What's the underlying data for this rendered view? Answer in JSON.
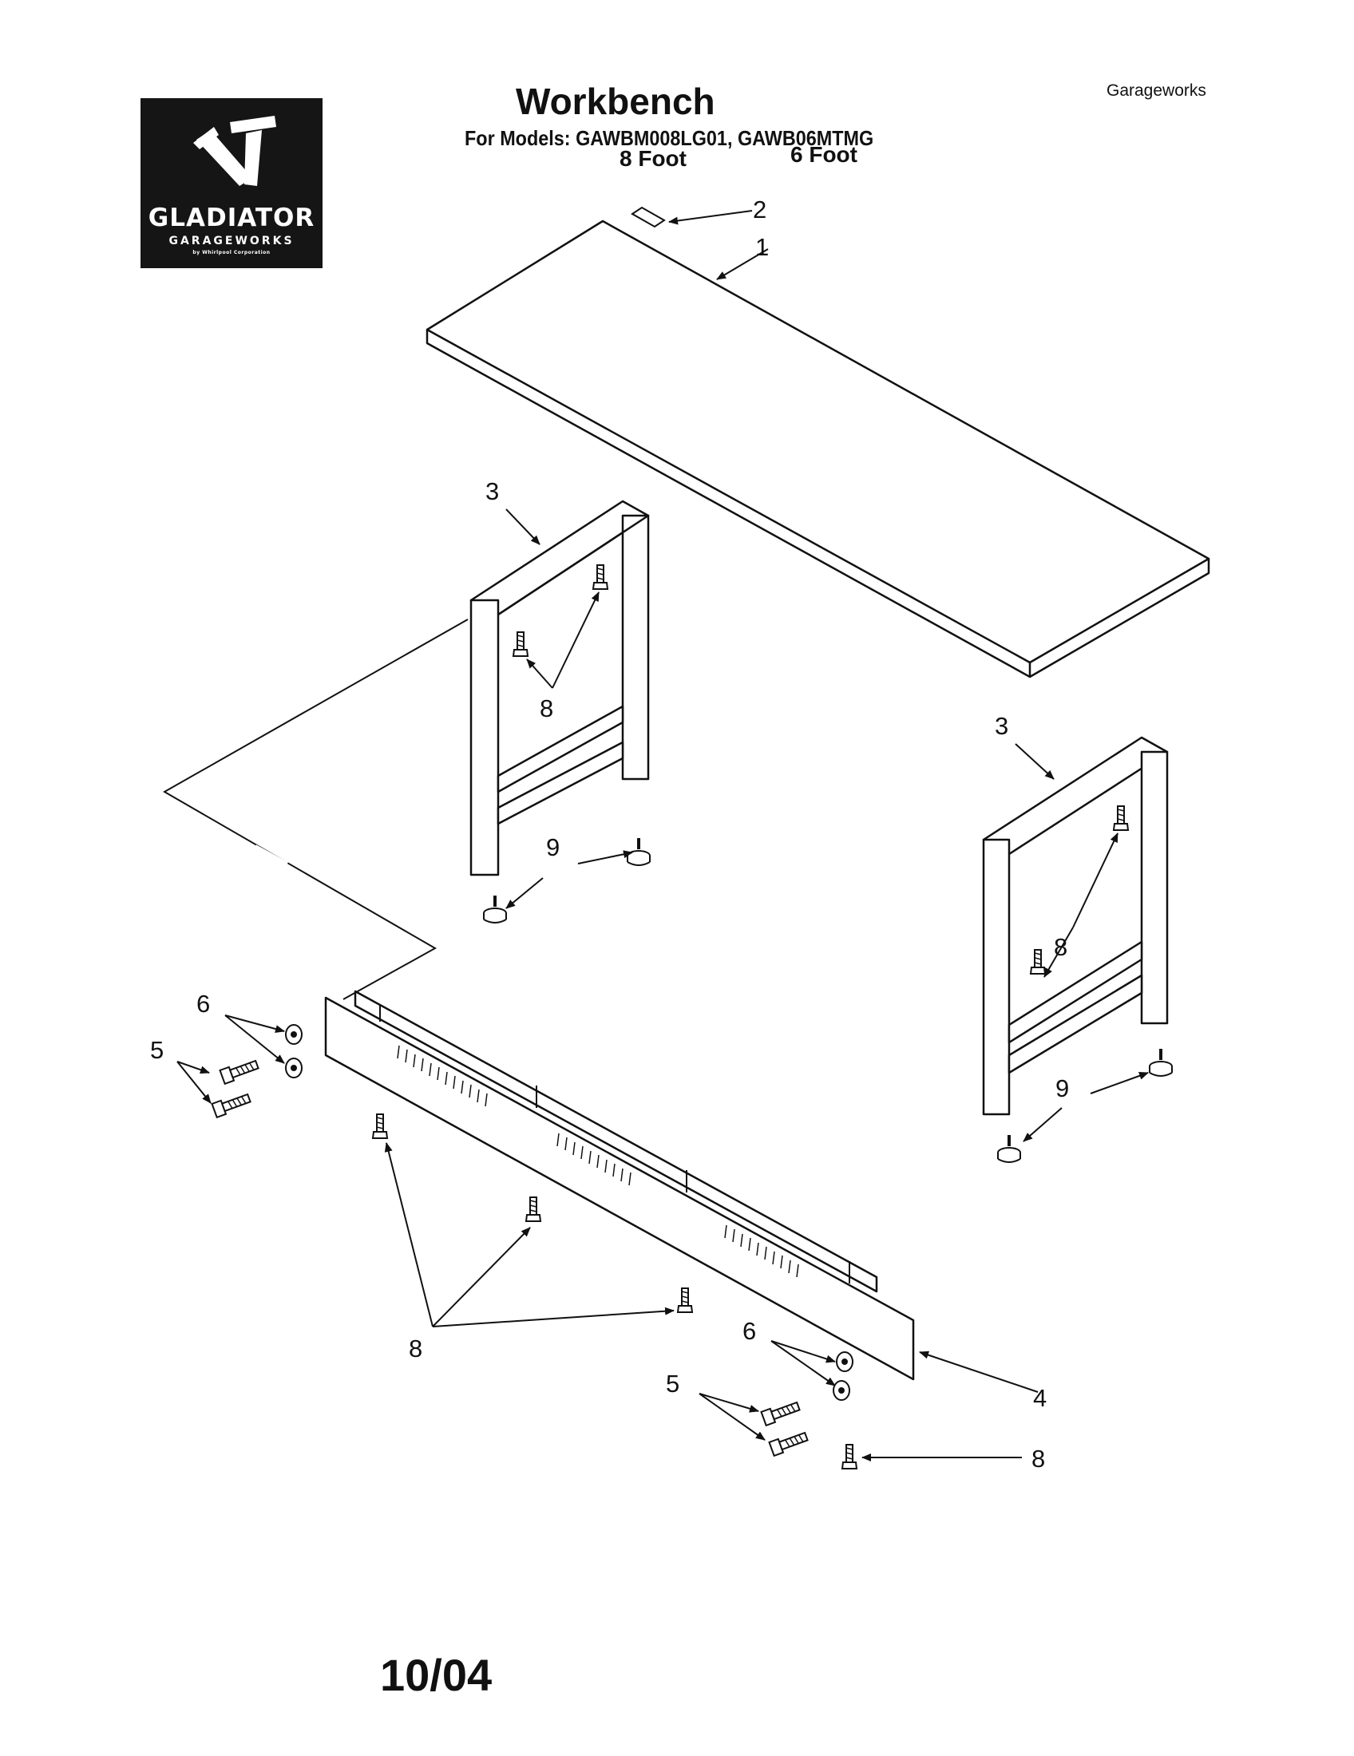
{
  "header": {
    "title": "Workbench",
    "models_line": "For Models: GAWBM008LG01, GAWB06MTMG",
    "size_8": "8 Foot",
    "size_6": "6 Foot",
    "brand": "Garageworks"
  },
  "logo": {
    "name": "GLADIATOR",
    "sub": "GARAGEWORKS",
    "tiny": "by Whirlpool Corporation",
    "icon": "crossed-hammers-logo-icon"
  },
  "callouts": {
    "c1": "1",
    "c2": "2",
    "c3a": "3",
    "c3b": "3",
    "c4": "4",
    "c5a": "5",
    "c5b": "5",
    "c6a": "6",
    "c6b": "6",
    "c8a": "8",
    "c8b": "8",
    "c8c": "8",
    "c8d": "8",
    "c9a": "9",
    "c9b": "9"
  },
  "footer": {
    "date": "10/04"
  },
  "colors": {
    "line": "#111111",
    "background": "#ffffff"
  }
}
